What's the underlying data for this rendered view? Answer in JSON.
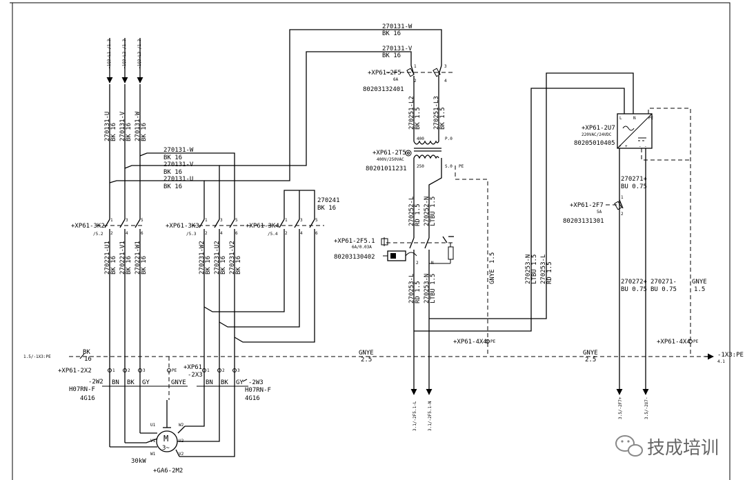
{
  "frame": {
    "border_color": "#000000",
    "wire_color": "#000000"
  },
  "feed": {
    "refs": [
      "-1Q3-L1",
      "-1Q3-L2",
      "-1Q3-L3"
    ],
    "ref_sub": [
      "/1.3",
      "/1.3",
      "/1.3"
    ],
    "top_wires": [
      {
        "id": "270131-W",
        "spec": "BK 16"
      },
      {
        "id": "270131-V",
        "spec": "BK 16"
      }
    ],
    "drop_wires": [
      {
        "id": "270131-U",
        "spec": "BK 16"
      },
      {
        "id": "270131-V",
        "spec": "BK 16"
      },
      {
        "id": "270131-W",
        "spec": "BK 16"
      }
    ],
    "bus_wires": [
      {
        "id": "270131-W",
        "spec": "BK 16"
      },
      {
        "id": "270131-V",
        "spec": "BK 16"
      },
      {
        "id": "270131-U",
        "spec": "BK 16"
      }
    ],
    "bridge_wire": {
      "id": "270241",
      "spec": "BK 16"
    }
  },
  "contactors": [
    {
      "name": "+XP61-3K2",
      "ref": "/5.2",
      "pins_top": [
        "1",
        "3",
        "5"
      ],
      "pins_bot": [
        "2",
        "4",
        "6"
      ],
      "out_wires": [
        {
          "id": "270221-U1",
          "spec": "BK 16"
        },
        {
          "id": "270221-V1",
          "spec": "BK 16"
        },
        {
          "id": "270221-W1",
          "spec": "BK 16"
        }
      ]
    },
    {
      "name": "+XP61-3K3",
      "ref": "/5.3",
      "pins_top": [
        "1",
        "3",
        "5"
      ],
      "pins_bot": [
        "2",
        "4",
        "6"
      ],
      "out_wires": [
        {
          "id": "270231-W2",
          "spec": "BK 16"
        },
        {
          "id": "270231-U2",
          "spec": "BK 16"
        },
        {
          "id": "270231-V2",
          "spec": "BK 16"
        }
      ]
    },
    {
      "name": "+XP61-3K4",
      "ref": "/5.4",
      "pins_top": [
        "1",
        "3",
        "5"
      ],
      "pins_bot": [
        "2",
        "4",
        "6"
      ]
    }
  ],
  "pe_line": {
    "left_ref": "1.5/-1X3:PE",
    "right_ref": "-1X3:PE",
    "right_sub": "4.1",
    "left_spec": "BK",
    "left_spec2": "16",
    "gnye_labels": [
      "GNYE",
      "GNYE"
    ],
    "gnye_sizes": [
      "2.5",
      "2.5"
    ]
  },
  "terminals": [
    {
      "name": "+XP61-2X2",
      "pins": [
        "1",
        "2",
        "3",
        "PE"
      ]
    },
    {
      "name": "+XP61",
      "name2": "-2X3",
      "pins": [
        "1",
        "2",
        "3"
      ]
    }
  ],
  "cables": [
    {
      "name": "-2W2",
      "type": "H07RN-F",
      "size": "4G16",
      "cores": [
        "BN",
        "BK",
        "GY",
        "GNYE"
      ]
    },
    {
      "name": "-2W3",
      "type": "H07RN-F",
      "size": "4G16",
      "cores": [
        "BN",
        "BK",
        "GY"
      ]
    }
  ],
  "motor": {
    "symbol": "M",
    "phases": "3~",
    "power": "30kW",
    "tag": "+GA6-2M2",
    "pins": [
      "U1",
      "W2",
      "V1",
      "U2",
      "W1",
      "V2"
    ]
  },
  "fuse_2f5": {
    "name": "+XP61-2F5",
    "rating": "6A",
    "part": "80203132401",
    "pins": [
      "1",
      "3",
      "2",
      "4"
    ]
  },
  "transformer": {
    "name": "+XP61-2T5",
    "rating": "400V/250VAC",
    "part": "80201011231",
    "pri_wires": [
      {
        "id": "270251-L2",
        "spec": "BK 1.5"
      },
      {
        "id": "270251-L3",
        "spec": "BK 1.5"
      }
    ],
    "labels": [
      "400",
      "P.0",
      "250",
      "S.0",
      "PE"
    ]
  },
  "breaker_2f5_1": {
    "name": "+XP61-2F5.1",
    "rating": "6A/0.03A",
    "part": "80203130402",
    "pins": [
      "2",
      "N"
    ],
    "in_wires": [
      {
        "id": "270252-L",
        "spec": "RD 1.5"
      },
      {
        "id": "270252-N",
        "spec": "LTBU 1.5"
      }
    ],
    "out_wires": [
      {
        "id": "270253-L",
        "spec": "RD 1.5"
      },
      {
        "id": "270253-N",
        "spec": "LTBU 1.5"
      }
    ]
  },
  "psu": {
    "name": "+XP61-2U7",
    "rating": "220VAC/24VDC",
    "part": "80205010405",
    "in_wires": [
      {
        "id": "270253-N",
        "spec": "LTBU 1.5"
      },
      {
        "id": "270253-L",
        "spec": "RD 1.5"
      }
    ],
    "terms": [
      "L",
      "N",
      "PE",
      "+",
      "+",
      "-",
      "-"
    ]
  },
  "fuse_2f7": {
    "name": "+XP61-2F7",
    "rating": "5A",
    "part": "80203131301",
    "pins": [
      "1",
      "2"
    ],
    "wires": [
      {
        "id": "270271+",
        "spec": "BU 0.75"
      },
      {
        "id": "270272+",
        "spec": "BU 0.75"
      },
      {
        "id": "270271-",
        "spec": "BU 0.75"
      }
    ]
  },
  "pe_taps": [
    {
      "name": "+XP61-4X4",
      "pin": "PE"
    },
    {
      "name": "+XP61-4X4",
      "pin": "PE"
    }
  ],
  "gnye_wires": [
    {
      "id": "GNYE",
      "spec": "1.5"
    },
    {
      "id": "GNYE",
      "spec": "1.5"
    }
  ],
  "outputs": [
    {
      "ref": "3.1/-2F5.1-L"
    },
    {
      "ref": "3.1/-2F5.1-N"
    },
    {
      "ref": "3.5/-2F7+"
    },
    {
      "ref": "3.5/-2U7-"
    }
  ],
  "watermark": {
    "text": "技成培训",
    "icon": "wechat-icon"
  }
}
